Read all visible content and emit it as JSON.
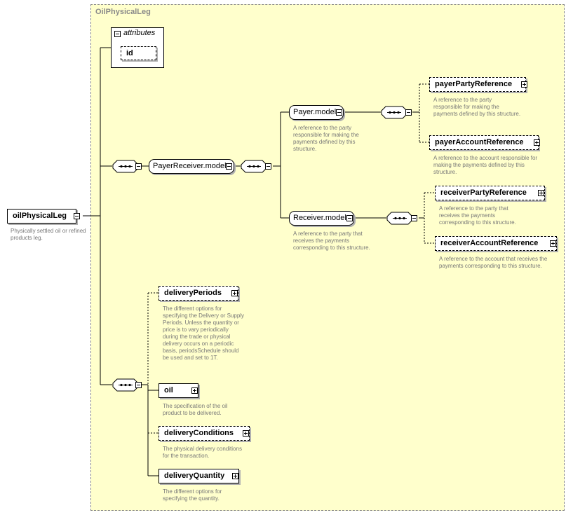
{
  "complex_type_name": "OilPhysicalLeg",
  "root": {
    "label": "oilPhysicalLeg",
    "description": "Physically settled oil or refined products leg."
  },
  "attributes": {
    "label": "attributes",
    "items": [
      "id"
    ]
  },
  "payer_receiver_model": {
    "label": "PayerReceiver.model"
  },
  "payer_model": {
    "label": "Payer.model",
    "description": "A reference to the party responsible for making the payments defined by this structure."
  },
  "receiver_model": {
    "label": "Receiver.model",
    "description": "A reference to the party that receives the payments corresponding to this structure."
  },
  "payer_party_reference": {
    "label": "payerPartyReference",
    "description": "A reference to the party responsible for making the payments defined by this structure."
  },
  "payer_account_reference": {
    "label": "payerAccountReference",
    "description": "A reference to the account responsible for making the payments defined by this structure."
  },
  "receiver_party_reference": {
    "label": "receiverPartyReference",
    "description": "A reference to the party that receives the payments corresponding to this structure."
  },
  "receiver_account_reference": {
    "label": "receiverAccountReference",
    "description": "A reference to the account that receives the payments corresponding to this structure."
  },
  "delivery_periods": {
    "label": "deliveryPeriods",
    "description": "The different options for specifying the Delivery or Supply Periods. Unless the quantity or price is to vary periodically during the trade or physical delivery occurs on a periodic basis, periodsSchedule should be used and set to 1T."
  },
  "oil": {
    "label": "oil",
    "description": "The specification of the oil product to be delivered."
  },
  "delivery_conditions": {
    "label": "deliveryConditions",
    "description": "The physical delivery conditions for the transaction."
  },
  "delivery_quantity": {
    "label": "deliveryQuantity",
    "description": "The different options for specifying the quantity."
  },
  "colors": {
    "container_fill": "#ffffcc",
    "description_text": "#777777",
    "title_text": "#8a8a8a"
  }
}
